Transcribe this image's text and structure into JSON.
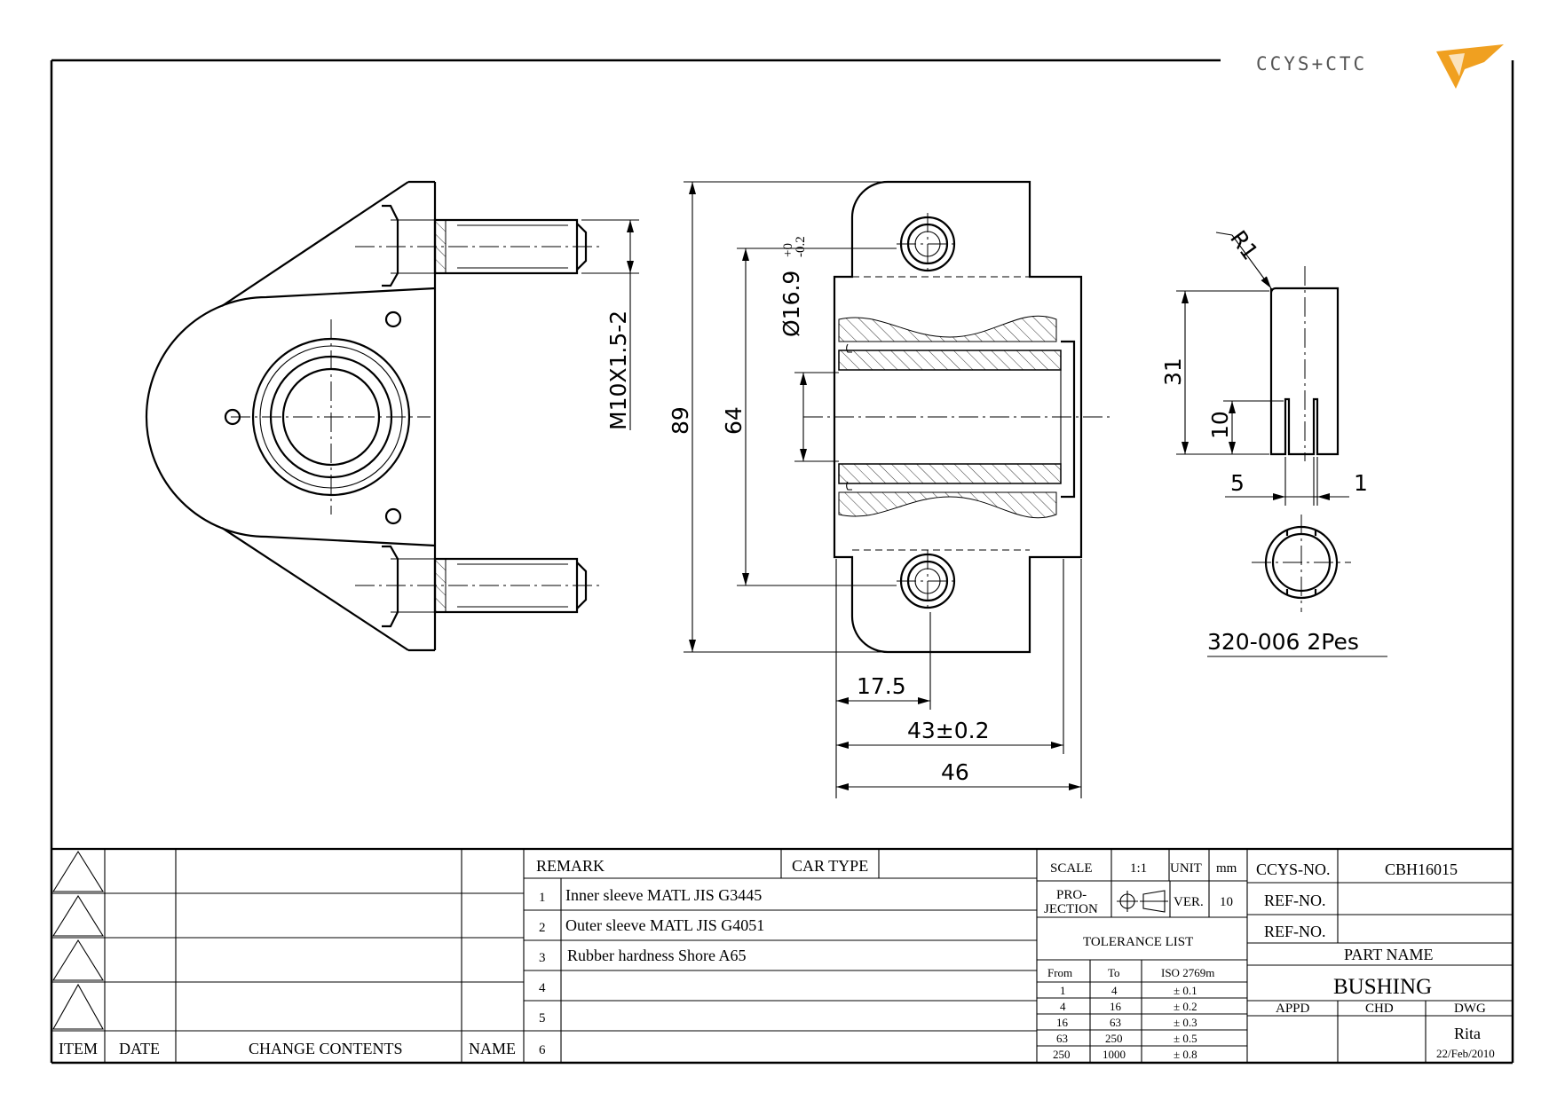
{
  "logo": {
    "text": "CCYS+CTC",
    "accent": "#f0a020"
  },
  "dimensions": {
    "thread": "M10X1.5-2",
    "overall_height": "89",
    "bolt_spacing": "64",
    "bore_diameter": "Ø16.9",
    "bore_tol_upper": "+0",
    "bore_tol_lower": "-0.2",
    "offset": "17.5",
    "inner_length": "43±0.2",
    "outer_length": "46",
    "radius": "R1",
    "sleeve_height": "31",
    "slot_depth": "10",
    "slot_width": "5",
    "slot_gap": "1",
    "part_callout": "320-006 2Pes"
  },
  "revision_table": {
    "headers": {
      "item": "ITEM",
      "date": "DATE",
      "change": "CHANGE CONTENTS",
      "name": "NAME"
    }
  },
  "remarks": {
    "header": "REMARK",
    "car_type_label": "CAR TYPE",
    "rows": [
      {
        "no": "1",
        "text": "Inner sleeve MATL JIS G3445"
      },
      {
        "no": "2",
        "text": "Outer sleeve MATL JIS G4051"
      },
      {
        "no": "3",
        "text": "Rubber hardness Shore A65"
      },
      {
        "no": "4",
        "text": ""
      },
      {
        "no": "5",
        "text": ""
      },
      {
        "no": "6",
        "text": ""
      }
    ]
  },
  "specs": {
    "scale_label": "SCALE",
    "scale_value": "1:1",
    "unit_label": "UNIT",
    "unit_value": "mm",
    "projection_label_1": "PRO-",
    "projection_label_2": "JECTION",
    "ver_label": "VER.",
    "ver_value": "10",
    "tolerance_title": "TOLERANCE LIST",
    "tol_headers": {
      "from": "From",
      "to": "To",
      "std": "ISO 2769m"
    },
    "tol_rows": [
      {
        "from": "1",
        "to": "4",
        "tol": "± 0.1"
      },
      {
        "from": "4",
        "to": "16",
        "tol": "± 0.2"
      },
      {
        "from": "16",
        "to": "63",
        "tol": "± 0.3"
      },
      {
        "from": "63",
        "to": "250",
        "tol": "± 0.5"
      },
      {
        "from": "250",
        "to": "1000",
        "tol": "± 0.8"
      }
    ]
  },
  "title_block": {
    "ccys_label": "CCYS-NO.",
    "ccys_value": "CBH16015",
    "ref_label_1": "REF-NO.",
    "ref_label_2": "REF-NO.",
    "part_name_label": "PART NAME",
    "part_name": "BUSHING",
    "appd_label": "APPD",
    "chd_label": "CHD",
    "dwg_label": "DWG",
    "dwg_name": "Rita",
    "dwg_date": "22/Feb/2010"
  }
}
